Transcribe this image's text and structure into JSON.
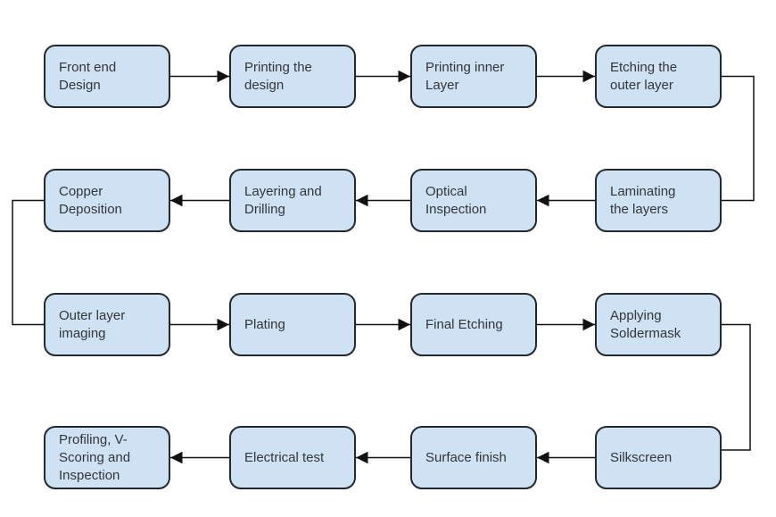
{
  "diagram": {
    "type": "flowchart",
    "description": "PCB manufacturing process flow, serpentine left-to-right then right-to-left across four rows"
  },
  "style": {
    "node_fill": "#cfe2f3",
    "node_border": "#24292e",
    "text_color": "#323539",
    "connector_color": "#111111",
    "background": "#ffffff"
  },
  "nodes": [
    {
      "id": "front-end-design",
      "label": "Front end\nDesign"
    },
    {
      "id": "printing-the-design",
      "label": "Printing the\ndesign"
    },
    {
      "id": "printing-inner-layer",
      "label": "Printing inner\nLayer"
    },
    {
      "id": "etching-the-outer-layer",
      "label": "Etching the\nouter layer"
    },
    {
      "id": "laminating-the-layers",
      "label": "Laminating\nthe layers"
    },
    {
      "id": "optical-inspection",
      "label": "Optical\nInspection"
    },
    {
      "id": "layering-and-drilling",
      "label": "Layering and\nDrilling"
    },
    {
      "id": "copper-deposition",
      "label": "Copper\nDeposition"
    },
    {
      "id": "outer-layer-imaging",
      "label": "Outer layer\nimaging"
    },
    {
      "id": "plating",
      "label": "Plating"
    },
    {
      "id": "final-etching",
      "label": "Final Etching"
    },
    {
      "id": "applying-soldermask",
      "label": "Applying\nSoldermask"
    },
    {
      "id": "silkscreen",
      "label": "Silkscreen"
    },
    {
      "id": "surface-finish",
      "label": "Surface finish"
    },
    {
      "id": "electrical-test",
      "label": "Electrical test"
    },
    {
      "id": "profiling-v-scoring-and-inspection",
      "label": "Profiling, V-\nScoring and\nInspection"
    }
  ],
  "edges": [
    {
      "from": "front-end-design",
      "to": "printing-the-design",
      "arrowhead": true
    },
    {
      "from": "printing-the-design",
      "to": "printing-inner-layer",
      "arrowhead": true
    },
    {
      "from": "printing-inner-layer",
      "to": "etching-the-outer-layer",
      "arrowhead": true
    },
    {
      "from": "etching-the-outer-layer",
      "to": "laminating-the-layers",
      "arrowhead": false
    },
    {
      "from": "laminating-the-layers",
      "to": "optical-inspection",
      "arrowhead": true
    },
    {
      "from": "optical-inspection",
      "to": "layering-and-drilling",
      "arrowhead": true
    },
    {
      "from": "layering-and-drilling",
      "to": "copper-deposition",
      "arrowhead": true
    },
    {
      "from": "copper-deposition",
      "to": "outer-layer-imaging",
      "arrowhead": false
    },
    {
      "from": "outer-layer-imaging",
      "to": "plating",
      "arrowhead": true
    },
    {
      "from": "plating",
      "to": "final-etching",
      "arrowhead": true
    },
    {
      "from": "final-etching",
      "to": "applying-soldermask",
      "arrowhead": true
    },
    {
      "from": "applying-soldermask",
      "to": "silkscreen",
      "arrowhead": false
    },
    {
      "from": "silkscreen",
      "to": "surface-finish",
      "arrowhead": true
    },
    {
      "from": "surface-finish",
      "to": "electrical-test",
      "arrowhead": true
    },
    {
      "from": "electrical-test",
      "to": "profiling-v-scoring-and-inspection",
      "arrowhead": true
    }
  ]
}
